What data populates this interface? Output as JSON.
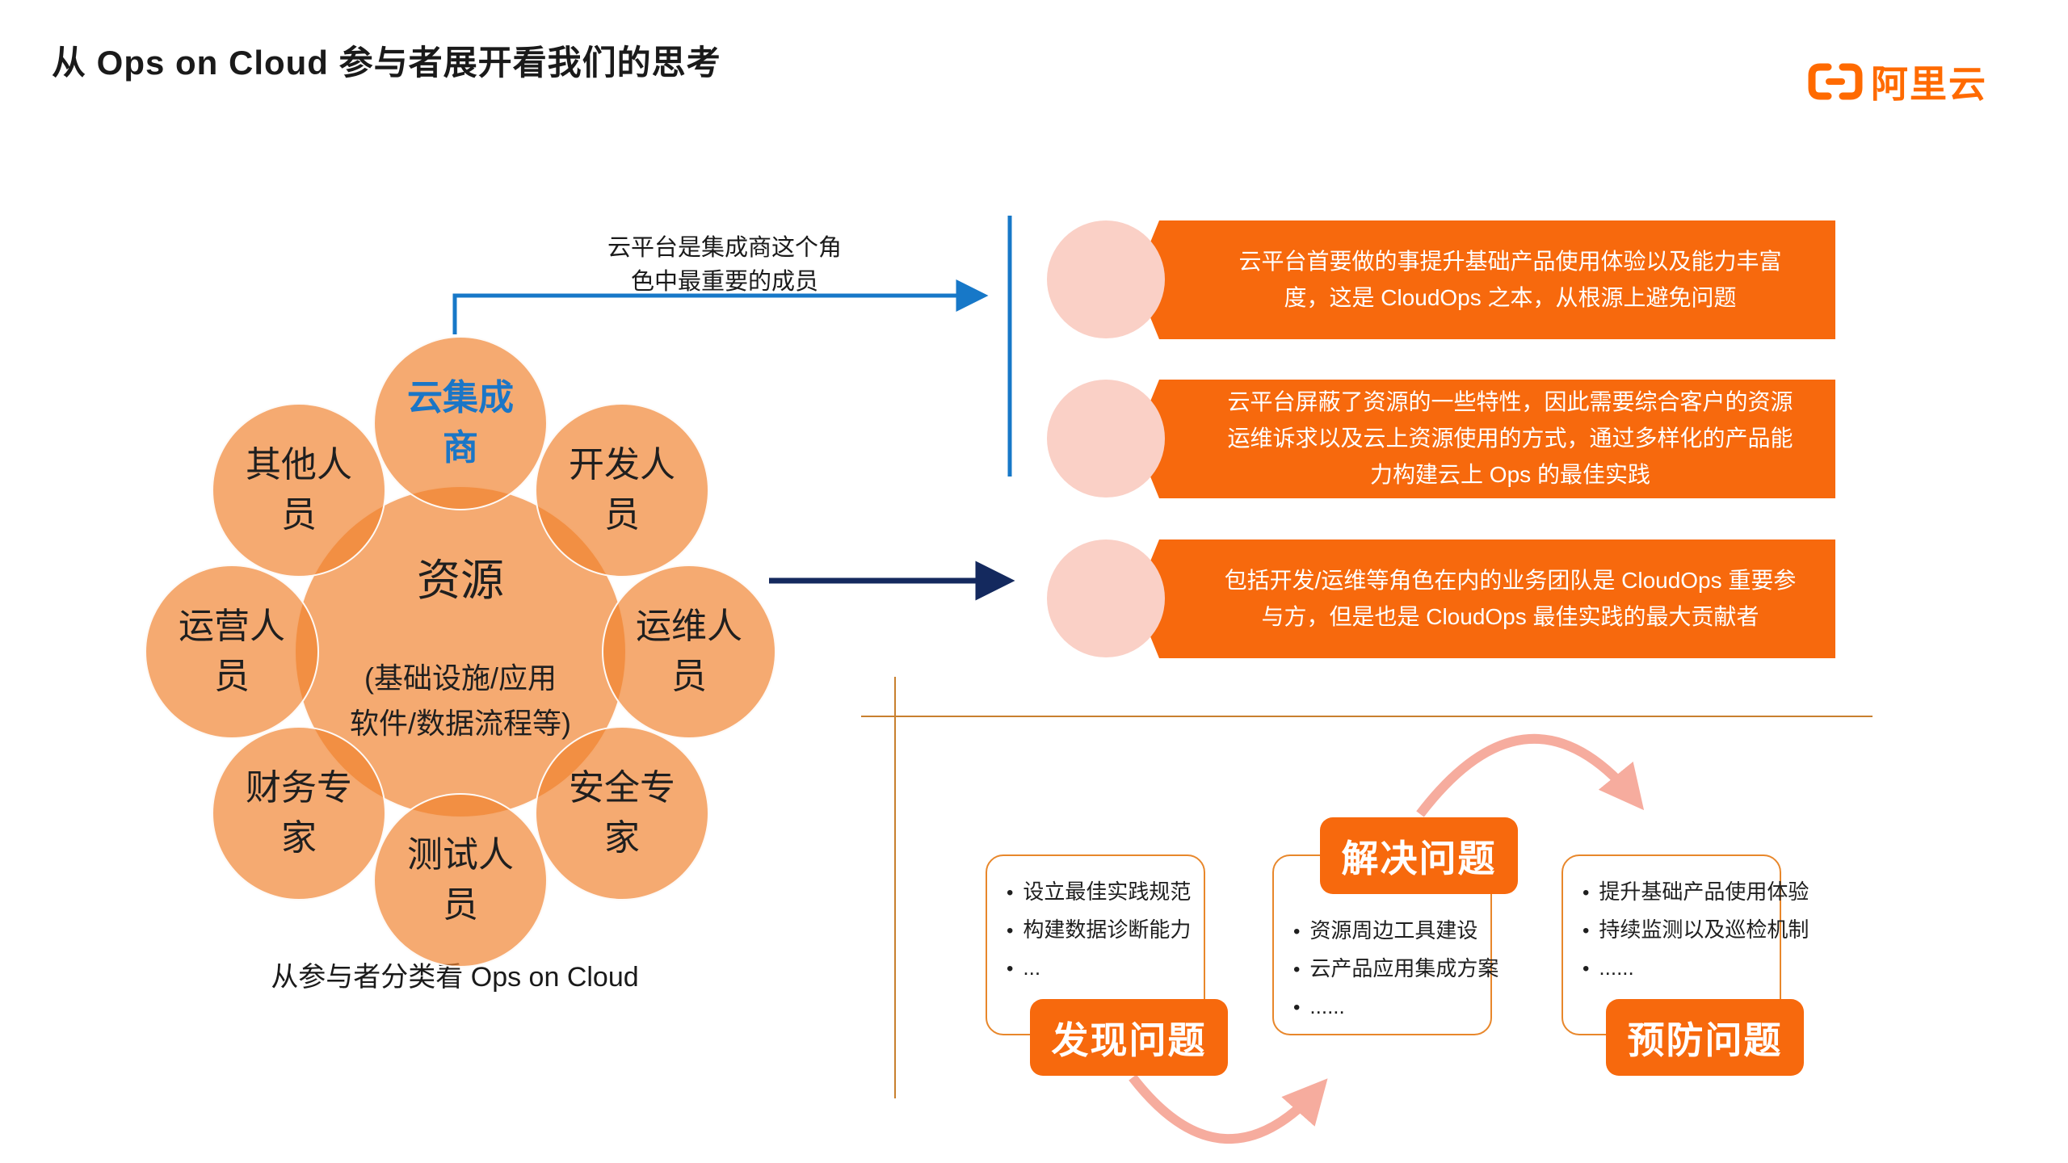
{
  "slide": {
    "title": "从 Ops on Cloud 参与者展开看我们的思考",
    "logo_text": "阿里云"
  },
  "annotation": {
    "line1": "云平台是集成商这个角",
    "line2": "色中最重要的成员"
  },
  "flower": {
    "center": {
      "title": "资源",
      "subtitle_line1": "(基础设施/应用",
      "subtitle_line2": "软件/数据流程等)"
    },
    "petals": [
      {
        "id": "cloud-integrator",
        "line1": "云集成",
        "line2": "商",
        "highlight": true
      },
      {
        "id": "developer",
        "line1": "开发人",
        "line2": "员",
        "highlight": false
      },
      {
        "id": "ops",
        "line1": "运维人",
        "line2": "员",
        "highlight": false
      },
      {
        "id": "security-expert",
        "line1": "安全专",
        "line2": "家",
        "highlight": false
      },
      {
        "id": "tester",
        "line1": "测试人",
        "line2": "员",
        "highlight": false
      },
      {
        "id": "finance-expert",
        "line1": "财务专",
        "line2": "家",
        "highlight": false
      },
      {
        "id": "operation",
        "line1": "运营人",
        "line2": "员",
        "highlight": false
      },
      {
        "id": "other",
        "line1": "其他人",
        "line2": "员",
        "highlight": false
      }
    ],
    "caption": "从参与者分类看 Ops on Cloud"
  },
  "banners": [
    {
      "text": "云平台首要做的事提升基础产品使用体验以及能力丰富度，这是 CloudOps 之本，从根源上避免问题"
    },
    {
      "text": "云平台屏蔽了资源的一些特性，因此需要综合客户的资源运维诉求以及云上资源使用的方式，通过多样化的产品能力构建云上 Ops 的最佳实践"
    },
    {
      "text": "包括开发/运维等角色在内的业务团队是 CloudOps 重要参与方，但是也是 CloudOps 最佳实践的最大贡献者"
    }
  ],
  "flow": {
    "boxes": [
      {
        "bullets": [
          "设立最佳实践规范",
          "构建数据诊断能力",
          "..."
        ]
      },
      {
        "bullets": [
          "资源周边工具建设",
          "云产品应用集成方案",
          "......"
        ]
      },
      {
        "bullets": [
          "提升基础产品使用体验",
          "持续监测以及巡检机制",
          "......"
        ]
      }
    ],
    "labels": [
      "发现问题",
      "解决问题",
      "预防问题"
    ]
  },
  "colors": {
    "brand_orange": "#FF6A00",
    "banner_orange": "#F7690D",
    "petal_orange": "rgba(240,130,45,0.68)",
    "pink_circle": "#FAD0C6",
    "pink_arrow": "#F6AC9E",
    "link_blue": "#1778C8",
    "navy_arrow": "#14295E",
    "tan_line": "#C8802F",
    "highlight_blue": "#1B76C6"
  }
}
